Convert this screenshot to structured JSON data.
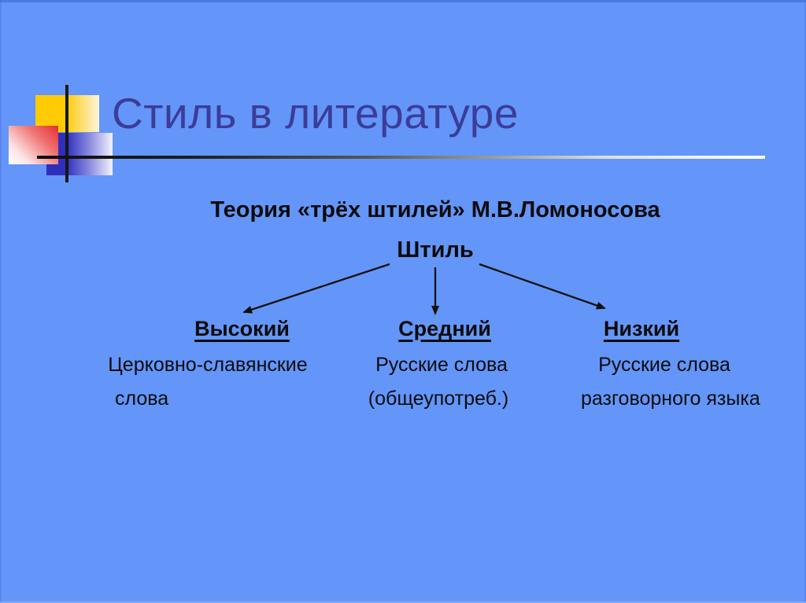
{
  "slide": {
    "title": "Стиль в литературе",
    "subtitle": "Теория «трёх штилей» М.В.Ломоносова",
    "tree": {
      "root": "Штиль",
      "branches": [
        {
          "header": "Высокий",
          "lines": [
            "Церковно-славянские",
            "слова"
          ]
        },
        {
          "header": "Средний",
          "lines": [
            "Русские слова",
            "(общеупотреб.)"
          ]
        },
        {
          "header": "Низкий",
          "lines": [
            "Русские слова",
            "разговорного языка"
          ]
        }
      ]
    },
    "colors": {
      "background": "#6396F8",
      "title_text": "#3C3C99",
      "body_text": "#0B0B0B",
      "logo_yellow": "#FFCB05",
      "logo_red": "#E62E2E",
      "logo_blue": "#2F2FBE",
      "rule_start": "#0E0E0E",
      "rule_end": "#FFFFFF"
    }
  }
}
